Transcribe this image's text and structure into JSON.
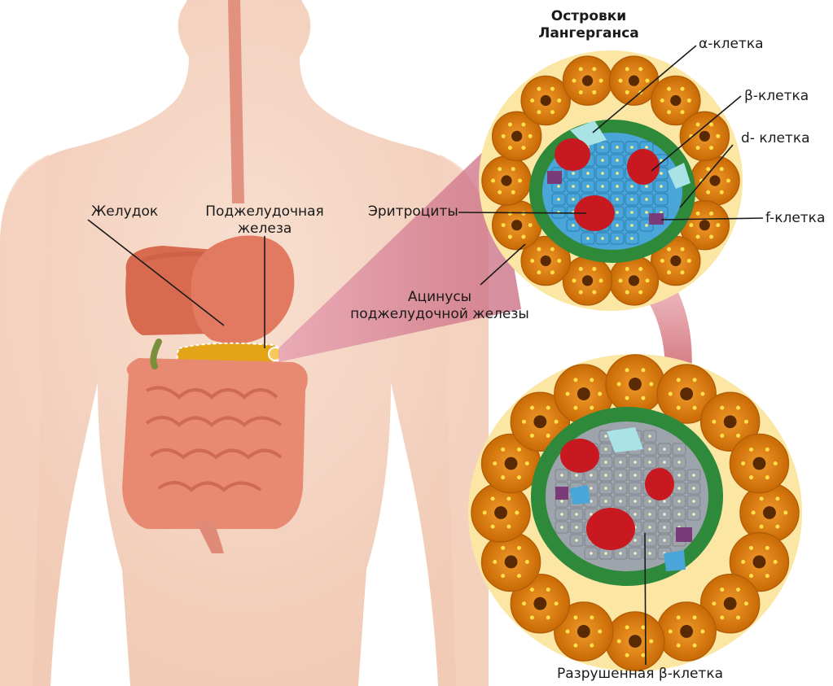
{
  "labels": {
    "islets_title_line1": "Островки",
    "islets_title_line2": "Лангерганса",
    "alpha_cell": "α-клетка",
    "beta_cell": "β-клетка",
    "d_cell": "d- клетка",
    "f_cell": "f-клетка",
    "erythrocytes": "Эритроциты",
    "acini_line1": "Ацинусы",
    "acini_line2": "поджелудочной железы",
    "stomach": "Желудок",
    "pancreas_line1": "Поджелудочная",
    "pancreas_line2": "железа",
    "destroyed_beta_cell": "Разрушенная β-клетка"
  },
  "colors": {
    "skin": "#f7dccb",
    "organ_red": "#d9634b",
    "pancreas": "#e5a417",
    "acinus_orange": "#e7870e",
    "capsule_cream": "#fbe6a3",
    "islet_green": "#2e8a3a",
    "beta_blue": "#4aa6d8",
    "destroyed_grey": "#9ea4ab",
    "erythrocyte": "#c81820",
    "d_cell_purple": "#7b3a78",
    "funnel_pink": "#d98a9c"
  }
}
